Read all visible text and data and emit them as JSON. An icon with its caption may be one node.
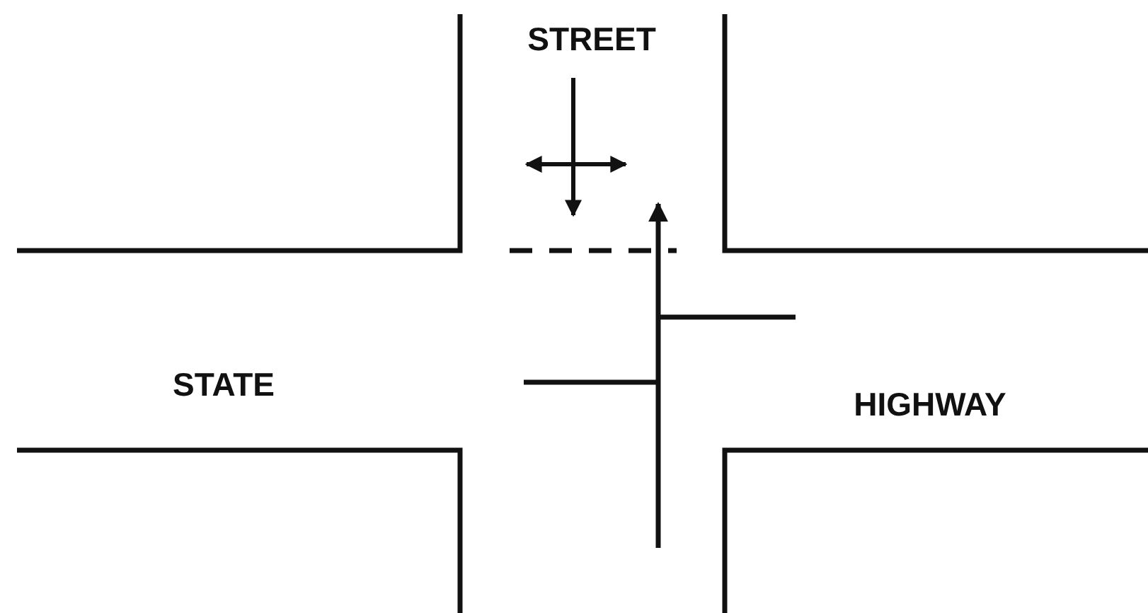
{
  "diagram": {
    "labels": [
      "STREET",
      "STATE",
      "HIGHWAY"
    ]
  }
}
